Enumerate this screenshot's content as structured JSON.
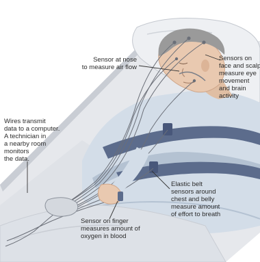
{
  "labels": {
    "nose_sensor": "Sensor at nose\nto measure air flow",
    "face_scalp_sensors": "Sensors on\nface and scalp\nmeasure eye\nmovement\nand brain\nactivity",
    "wires": "Wires transmit\ndata to a computer.\nA technician in\na nearby room\nmonitors\nthe data.",
    "belt_sensors": "Elastic belt\nsensors around\nchest and belly\nmeasure amount\nof effort to breath",
    "finger_sensor": "Sensor on finger\nmeasures amount of\noxygen in blood"
  },
  "colors": {
    "background": "#ffffff",
    "sheet": "#e6e8ec",
    "sheet_shadow": "#c9cdd4",
    "gown": "#d3dde8",
    "gown_shadow": "#b4c2d2",
    "skin": "#e9c9b0",
    "skin_shadow": "#cfa68a",
    "hair": "#9a9a9a",
    "belt": "#5c6c8c",
    "wire": "#6b6f78",
    "leader": "#333333"
  }
}
